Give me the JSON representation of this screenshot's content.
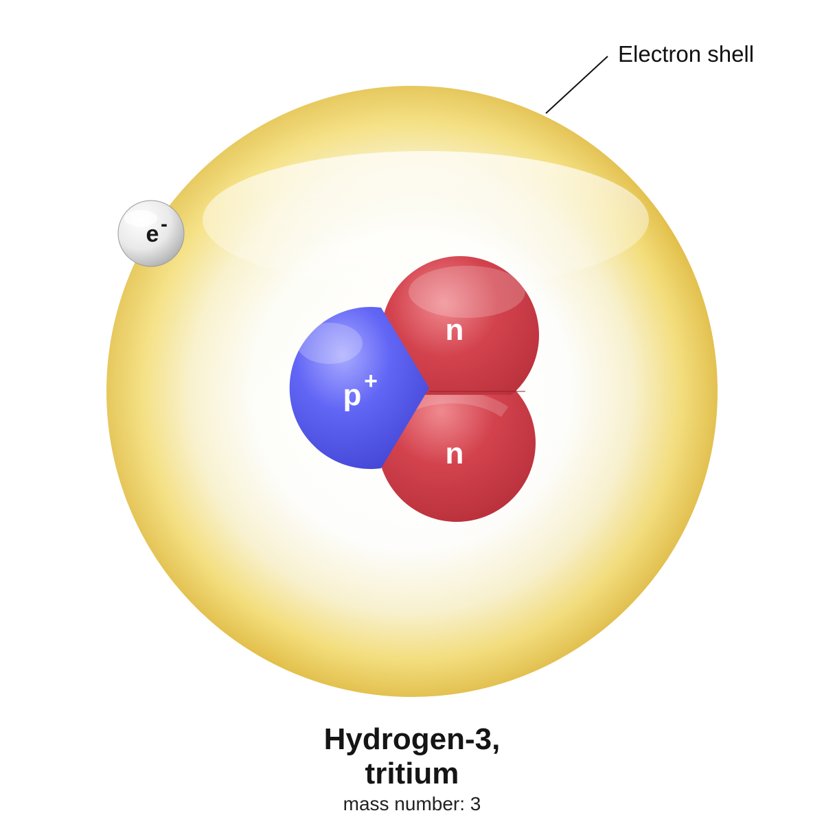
{
  "shell_label": "Electron shell",
  "electron": {
    "symbol": "e",
    "charge": "-"
  },
  "proton": {
    "symbol": "p",
    "charge": "+"
  },
  "neutrons": [
    {
      "symbol": "n"
    },
    {
      "symbol": "n"
    }
  ],
  "title_line1": "Hydrogen-3,",
  "title_line2": "tritium",
  "subtitle": "mass number: 3",
  "colors": {
    "shell": "#f2d24a",
    "proton": "#5457ee",
    "neutron": "#d03c48",
    "electron": "#e6e6e6"
  }
}
